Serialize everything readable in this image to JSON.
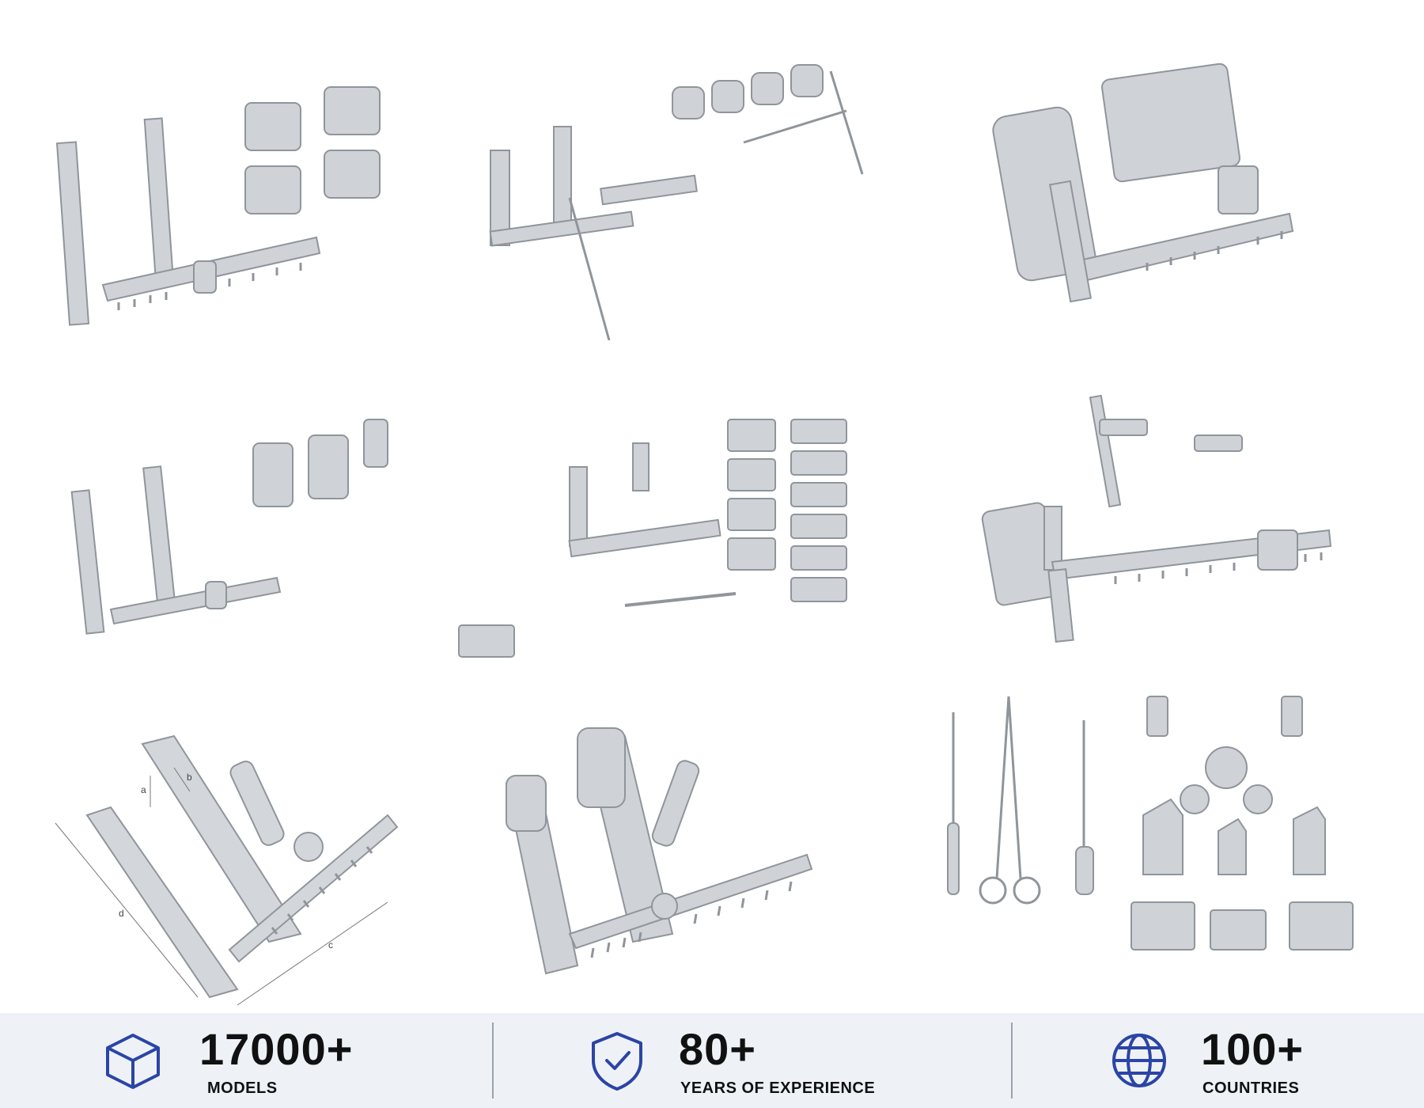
{
  "colors": {
    "accent": "#2b44a6",
    "steel": "#c9cdd1",
    "steel_dark": "#8f959b",
    "band": "#eef2f6"
  },
  "products": [
    {
      "icon": "rib-spreader-with-blades-icon"
    },
    {
      "icon": "retractor-frame-set-icon"
    },
    {
      "icon": "heavy-rib-spreader-icon"
    },
    {
      "icon": "rib-spreader-with-blades-icon"
    },
    {
      "icon": "retractor-blade-set-icon"
    },
    {
      "icon": "sternal-retractor-icon"
    },
    {
      "icon": "dimensioned-rib-spreader-icon"
    },
    {
      "icon": "finochietto-retractor-icon"
    },
    {
      "icon": "instrument-accessory-set-icon"
    }
  ],
  "stats": [
    {
      "value": "17000+",
      "label": "MODELS",
      "icon": "cube-icon"
    },
    {
      "value": "80+",
      "label": "YEARS OF EXPERIENCE",
      "icon": "shield-check-icon"
    },
    {
      "value": "100+",
      "label": "COUNTRIES",
      "icon": "globe-icon"
    }
  ],
  "dimension_labels": [
    "a",
    "b",
    "c",
    "d"
  ]
}
